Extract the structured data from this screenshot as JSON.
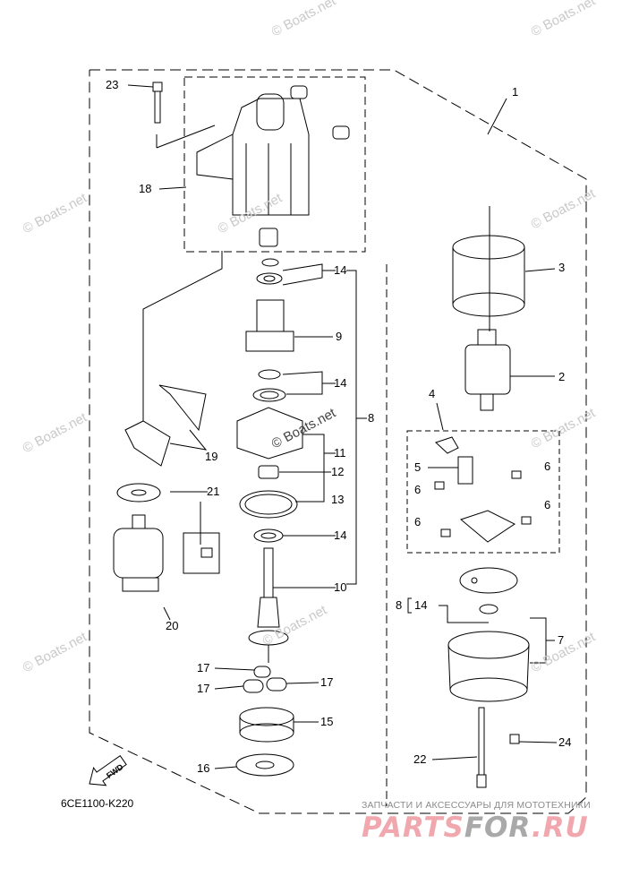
{
  "diagram_code": "6CE1100-K220",
  "fwd_label": "FWD",
  "watermark": "© Boats.net",
  "callouts": {
    "c1": "1",
    "c23": "23",
    "c18": "18",
    "c14a": "14",
    "c9": "9",
    "c3": "3",
    "c2": "2",
    "c4": "4",
    "c14b": "14",
    "c8a": "8",
    "c11": "11",
    "c5": "5",
    "c6a": "6",
    "c6b": "6",
    "c12": "12",
    "c6c": "6",
    "c21": "21",
    "c13": "13",
    "c6d": "6",
    "c14c": "14",
    "c10": "10",
    "c8b": "8",
    "c14d": "14",
    "c7": "7",
    "c20": "20",
    "c19": "19",
    "c17a": "17",
    "c17b": "17",
    "c17c": "17",
    "c15": "15",
    "c24": "24",
    "c22": "22",
    "c16": "16"
  },
  "footer": {
    "tagline": "ЗАПЧАСТИ И АКСЕССУАРЫ ДЛЯ МОТОТЕХНИКИ",
    "logo_part1": "PARTS",
    "logo_part2": "FOR",
    "logo_part3": ".RU"
  },
  "colors": {
    "line": "#000000",
    "logo_red": "#f0a8ae",
    "logo_grey": "#a9a9a9",
    "watermark": "#c9c9c9"
  }
}
